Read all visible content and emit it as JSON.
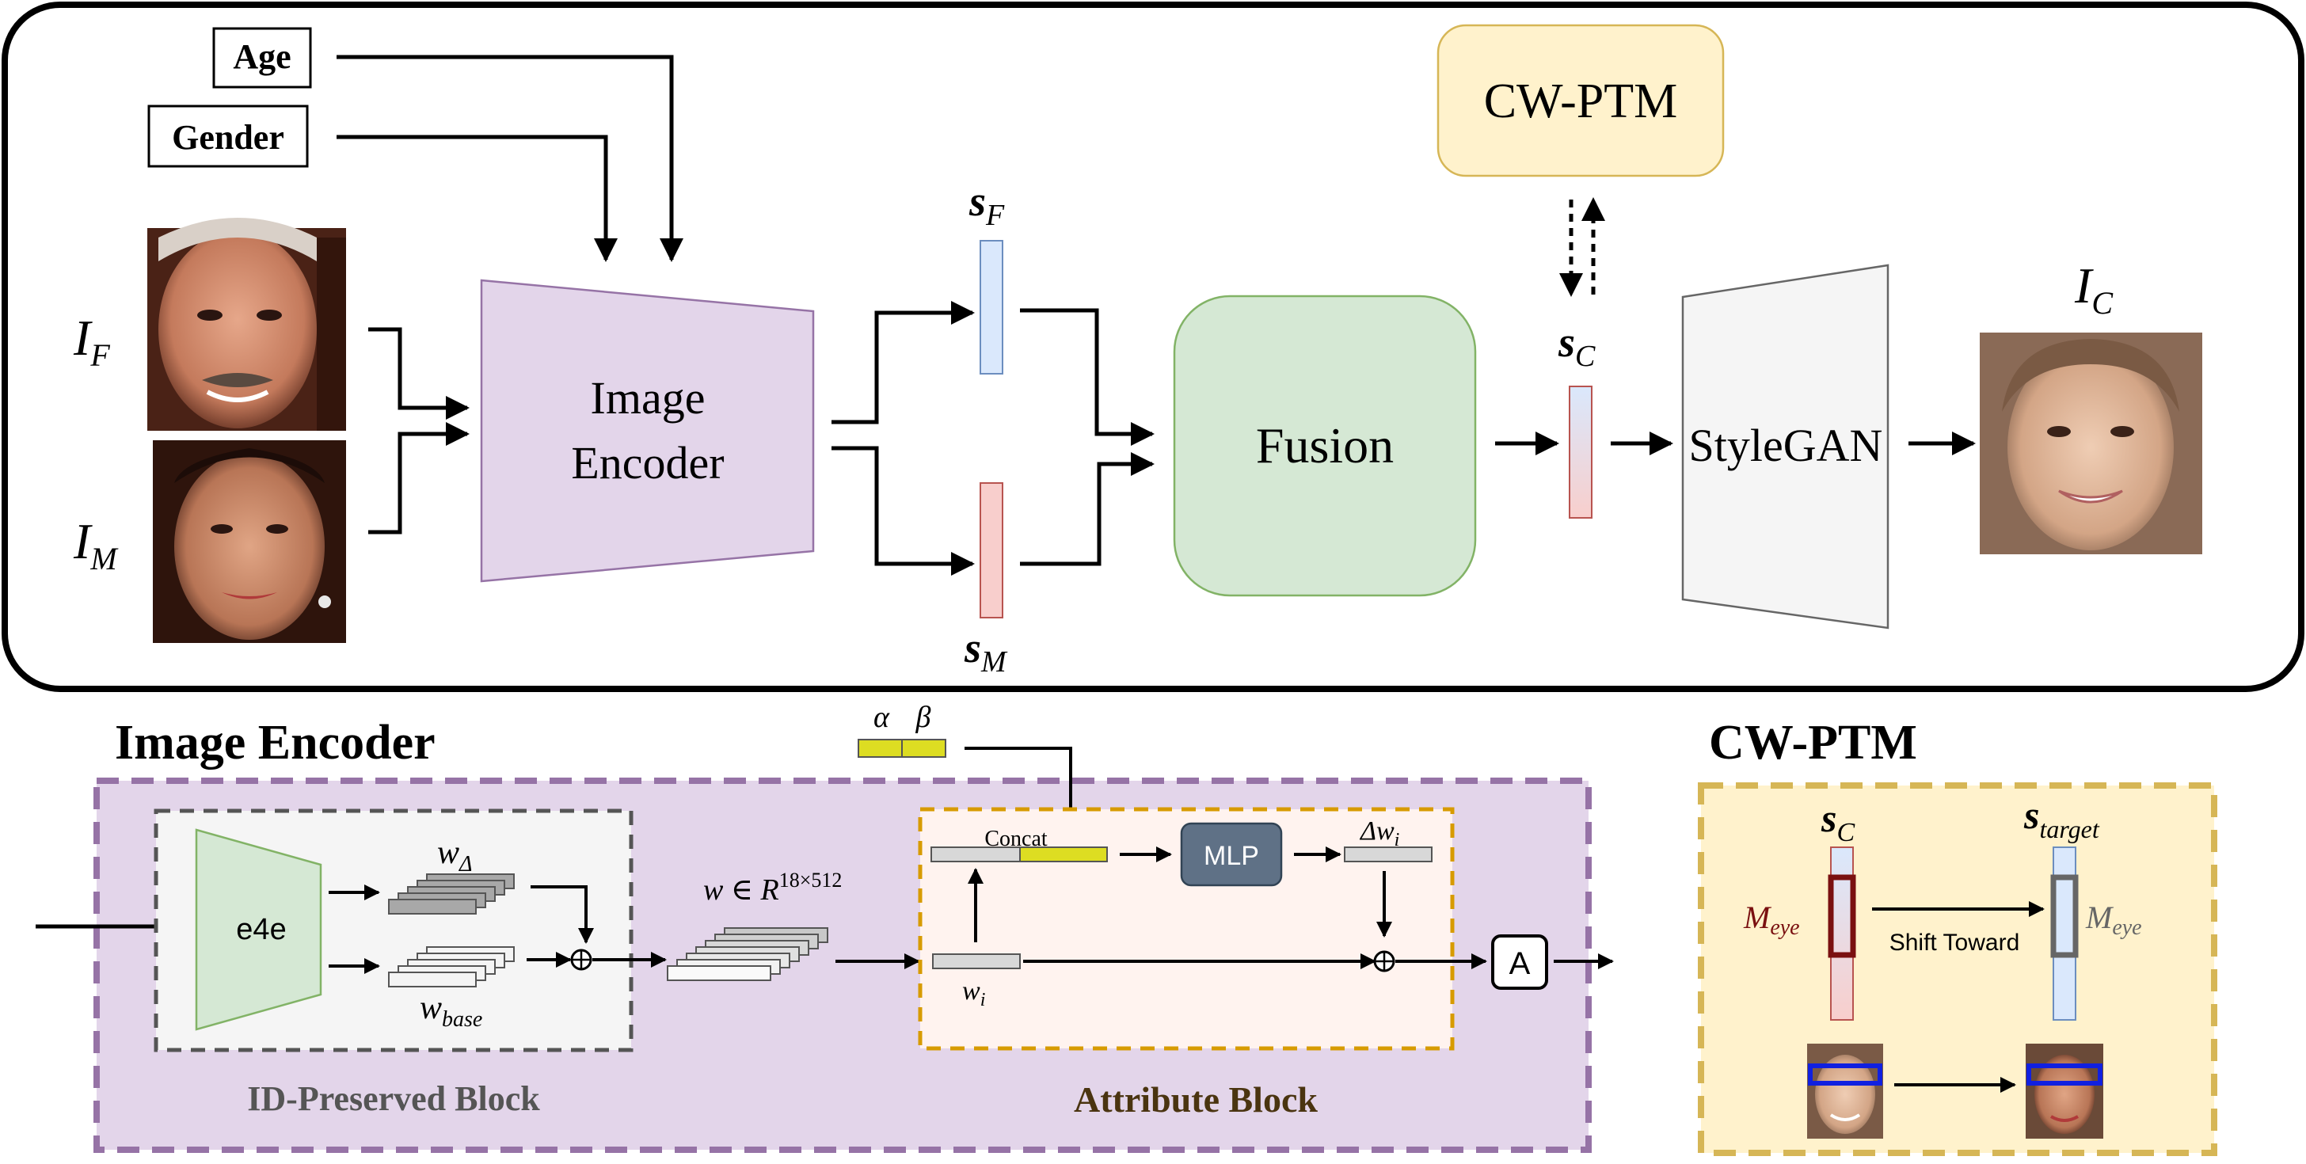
{
  "top": {
    "age_label": "Age",
    "gender_label": "Gender",
    "father_input": {
      "base": "I",
      "sub": "F"
    },
    "mother_input": {
      "base": "I",
      "sub": "M"
    },
    "image_encoder_line1": "Image",
    "image_encoder_line2": "Encoder",
    "s_f": {
      "base": "s",
      "sub": "F"
    },
    "s_m": {
      "base": "s",
      "sub": "M"
    },
    "fusion_label": "Fusion",
    "cwptm_label": "CW-PTM",
    "s_c": {
      "base": "s",
      "sub": "C"
    },
    "stylegan_label": "StyleGAN",
    "output": {
      "base": "I",
      "sub": "C"
    }
  },
  "encoder": {
    "section_title": "Image Encoder",
    "e4e_label": "e4e",
    "w_delta": {
      "base": "w",
      "sub": "Δ"
    },
    "w_base": {
      "base": "w",
      "sub": "base"
    },
    "w_space": {
      "text": "w ∈ R",
      "sup": "18×512"
    },
    "id_block_label": "ID-Preserved Block",
    "alpha": "α",
    "beta": "β",
    "concat_label": "Concat",
    "mlp_label": "MLP",
    "delta_wi": {
      "text": "Δw",
      "sub": "i"
    },
    "wi": {
      "text": "w",
      "sub": "i"
    },
    "attr_block_label": "Attribute Block",
    "a_label": "A"
  },
  "cwptm": {
    "section_title": "CW-PTM",
    "s_c": {
      "base": "s",
      "sub": "C"
    },
    "s_target": {
      "base": "s",
      "sub": "target"
    },
    "m_eye_left": {
      "base": "M",
      "sub": "eye"
    },
    "m_eye_right": {
      "base": "M",
      "sub": "eye"
    },
    "shift_label": "Shift Toward"
  },
  "colors": {
    "encoder_fill": "#e3d5ea",
    "fusion_fill": "#d5e8d4",
    "cwptm_fill": "#fff2cc",
    "stylegan_fill": "#f5f5f5",
    "purple_dash": "#9673a6",
    "gold_dash": "#d6b656",
    "mlp_fill": "#5f7186",
    "yellow_vec": "#dddd22",
    "maroon": "#7a1010",
    "blue_box": "#1020e0"
  }
}
